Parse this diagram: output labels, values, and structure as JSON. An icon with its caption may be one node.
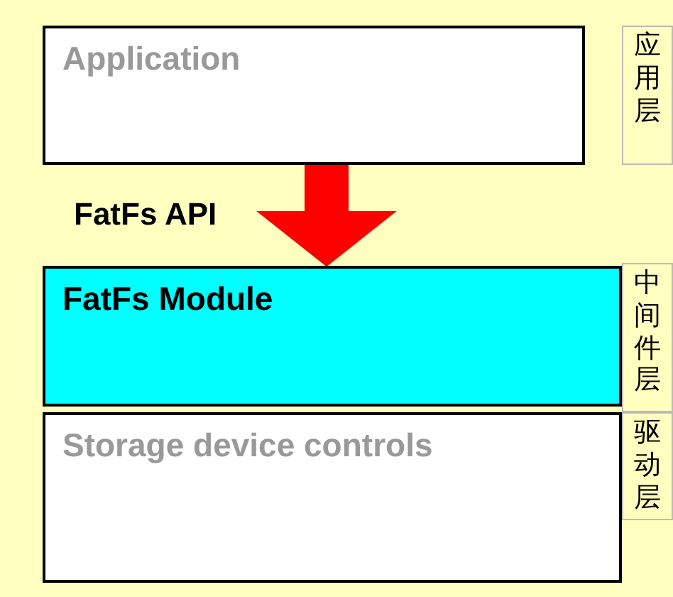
{
  "diagram": {
    "nodes": [
      {
        "text": [
          "Application"
        ],
        "beside": [
          "应用层"
        ]
      },
      {
        "text": [
          "FatFs Module"
        ],
        "beside": [
          "中间件层"
        ]
      },
      {
        "text": [
          "Storage device controls"
        ],
        "beside": [
          "驱动层"
        ]
      }
    ],
    "edges": [
      {
        "from": 0,
        "to": 1,
        "arrow": "to",
        "label": "FatFs API",
        "style": "thick",
        "color": "#ff0000"
      }
    ]
  }
}
